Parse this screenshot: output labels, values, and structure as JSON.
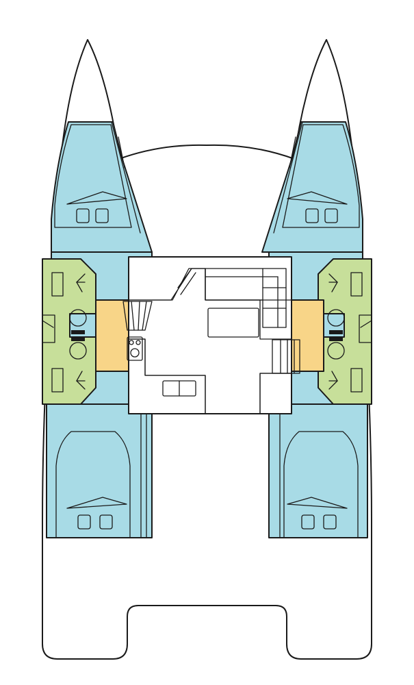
{
  "colors": {
    "hull": "#ffffff",
    "cabin_light": "#a8dbe6",
    "berth": "#8fbfcc",
    "bathroom": "#c7df9a",
    "salon": "#f8d588",
    "outline": "#1a1a1a"
  },
  "layout": {
    "cabins": 4,
    "bathrooms": 4,
    "salon": 1,
    "galley": 1
  }
}
